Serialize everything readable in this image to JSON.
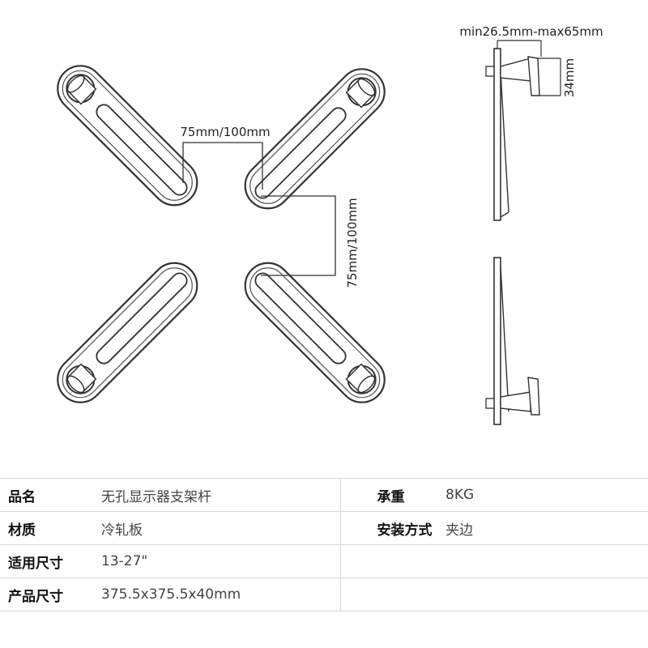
{
  "dimensions": {
    "span_horizontal": "75mm/100mm",
    "span_vertical": "75mm/100mm",
    "clamp_range": "min26.5mm-max65mm",
    "clamp_height": "34mm"
  },
  "specs": {
    "rows": [
      {
        "label1": "品名",
        "value1": "无孔显示器支架杆",
        "label2": "承重",
        "value2": "8KG"
      },
      {
        "label1": "材质",
        "value1": "冷轧板",
        "label2": "安装方式",
        "value2": "夹边"
      },
      {
        "label1": "适用尺寸",
        "value1": "13-27\"",
        "label2": "",
        "value2": ""
      },
      {
        "label1": "产品尺寸",
        "value1": "375.5x375.5x40mm",
        "label2": "",
        "value2": ""
      }
    ]
  }
}
